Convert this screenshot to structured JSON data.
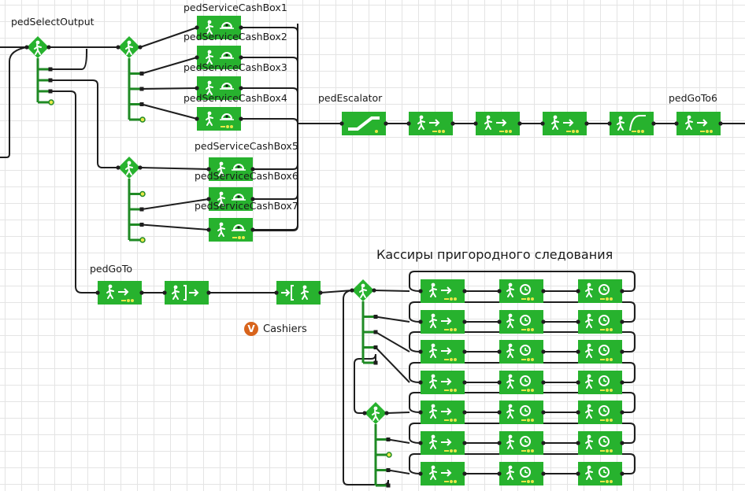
{
  "colors": {
    "block_green": "#27b22e",
    "wire": "#1e1e1e",
    "branch_green": "#1f8a24",
    "port_yellow": "#e8e84a",
    "variable_orange": "#d8641c"
  },
  "labels": {
    "pedSelectOutput": "pedSelectOutput",
    "cashbox1": "pedServiceCashBox1",
    "cashbox2": "pedServiceCashBox2",
    "cashbox3": "pedServiceCashBox3",
    "cashbox4": "pedServiceCashBox4",
    "cashbox5": "pedServiceCashBox5",
    "cashbox6": "pedServiceCashBox6",
    "cashbox7": "pedServiceCashBox7",
    "pedEscalator": "pedEscalator",
    "pedGoTo6": "pedGoTo6",
    "pedGoTo": "pedGoTo",
    "section_title": "Кассиры пригородного следования",
    "variable_name": "Cashiers",
    "variable_icon": "V"
  },
  "blocks": {
    "select_outputs": [
      {
        "id": "pedSelectOutput",
        "icon": "pedestrian-select-icon"
      },
      {
        "id": "select_upper",
        "icon": "pedestrian-select-icon"
      },
      {
        "id": "select_lower",
        "icon": "pedestrian-select-icon"
      },
      {
        "id": "select_cashiers_1",
        "icon": "pedestrian-select-icon"
      },
      {
        "id": "select_cashiers_2",
        "icon": "pedestrian-select-icon"
      }
    ],
    "services": [
      "pedServiceCashBox1",
      "pedServiceCashBox2",
      "pedServiceCashBox3",
      "pedServiceCashBox4",
      "pedServiceCashBox5",
      "pedServiceCashBox6",
      "pedServiceCashBox7"
    ],
    "escalator_chain": [
      "pedEscalator",
      "goto",
      "goto",
      "goto",
      "queue-exit",
      "pedGoTo6"
    ],
    "goto_chain": [
      "pedGoTo",
      "area-exit",
      "area-enter"
    ],
    "cashier_rows": 7,
    "cashier_row_blocks": [
      "goto",
      "wait",
      "wait"
    ]
  }
}
